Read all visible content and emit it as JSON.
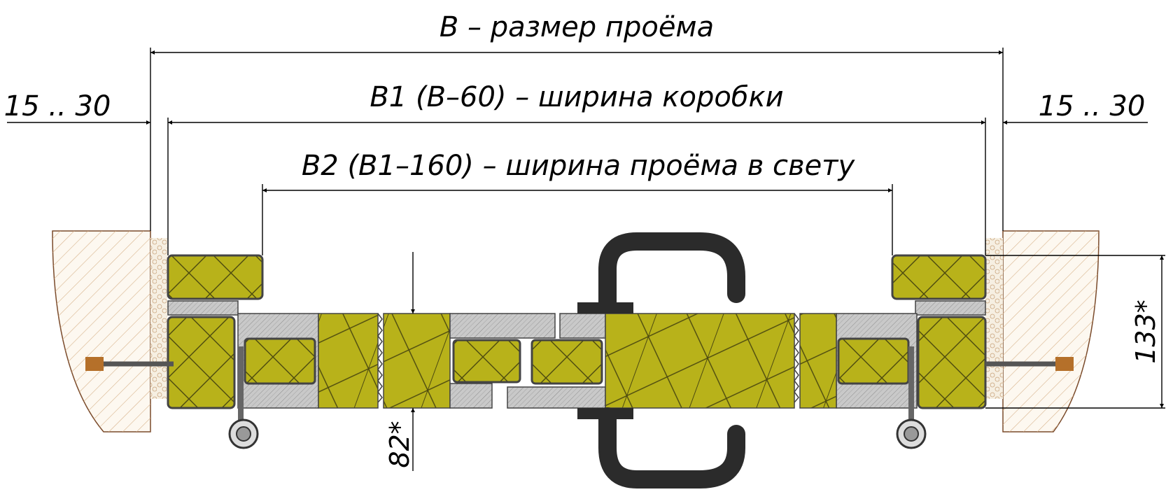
{
  "labels": {
    "b_total": "B  – размер проёма",
    "b1_frame": "B1 (B–60) – ширина коробки",
    "b2_clear": "B2 (B1–160) – ширина проёма в свету",
    "gap_left": "15 .. 30",
    "gap_right": "15 .. 30",
    "leaf_thickness": "82*",
    "frame_depth": "133*"
  },
  "colors": {
    "wood": "#b8b21a",
    "wood_grain": "#4d4a10",
    "foam": "#d0d0d0",
    "wall": "#fdf8f0",
    "wall_hatch": "#d7b28a",
    "handle": "#2b2b2b",
    "anchor_tip": "#b5702a",
    "line": "#000000"
  }
}
